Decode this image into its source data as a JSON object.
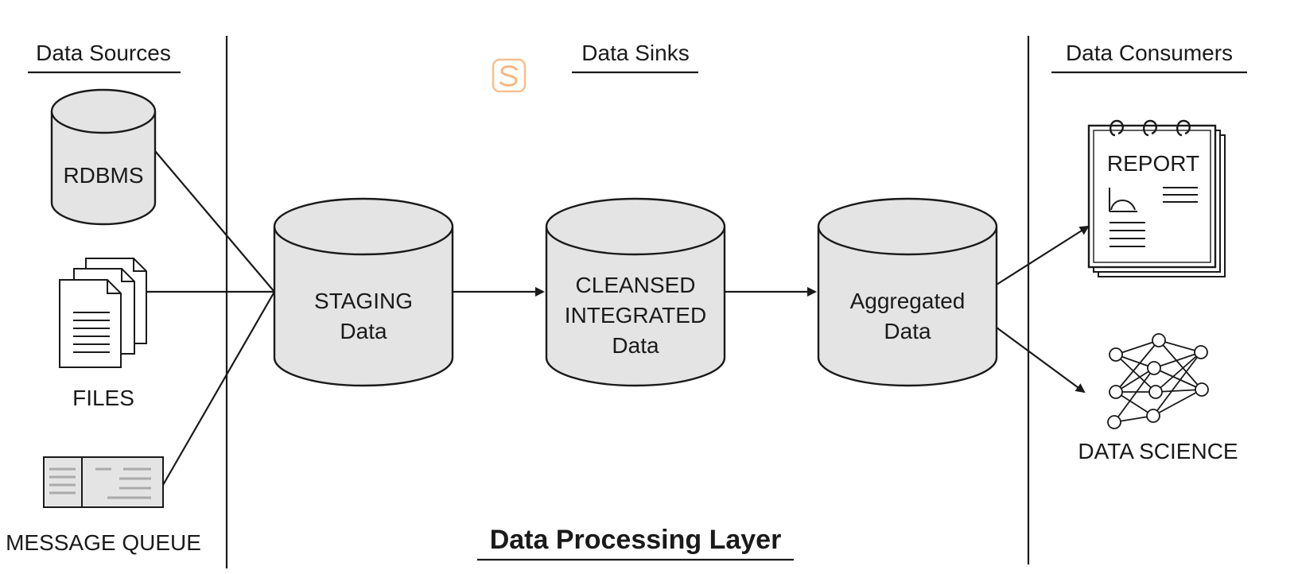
{
  "sections": {
    "sources_header": "Data Sources",
    "sinks_header": "Data Sinks",
    "consumers_header": "Data Consumers",
    "processing_layer": "Data Processing Layer"
  },
  "sources": {
    "rdbms": "RDBMS",
    "files": "FILES",
    "message_queue": "MESSAGE QUEUE"
  },
  "sinks": {
    "staging": [
      "STAGING",
      "Data"
    ],
    "cleansed": [
      "CLEANSED",
      "INTEGRATED",
      "Data"
    ],
    "aggregated": [
      "Aggregated",
      "Data"
    ]
  },
  "consumers": {
    "report": "REPORT",
    "data_science": "DATA SCIENCE"
  },
  "colors": {
    "cylinder_fill": "#e4e4e4",
    "stroke": "#1a1a1a",
    "watermark": "#f4a460"
  },
  "icons": [
    "database-icon",
    "files-icon",
    "message-queue-icon",
    "report-icon",
    "neural-network-icon",
    "watermark-logo-icon"
  ]
}
